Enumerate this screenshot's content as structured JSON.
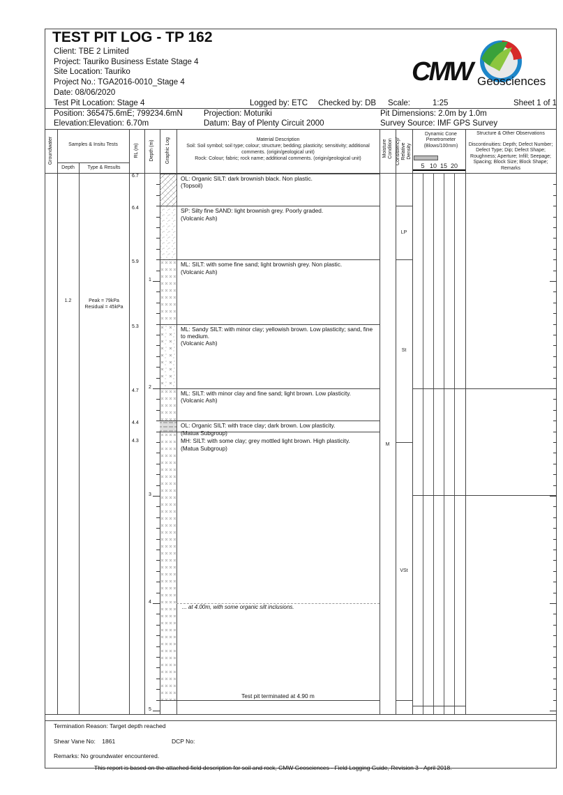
{
  "header": {
    "title": "TEST PIT LOG - TP 162",
    "client": "Client: TBE 2 Limited",
    "project": "Project: Tauriko Business Estate Stage 4",
    "site": "Site Location: Tauriko",
    "project_no": "Project No.: TGA2016-0010_Stage 4",
    "date": "Date: 08/06/2020",
    "location": "Test Pit Location: Stage 4",
    "logged_by": "Logged by: ETC",
    "checked_by": "Checked by: DB",
    "scale_label": "Scale:",
    "scale": "1:25",
    "sheet": "Sheet 1 of 1",
    "position": "Position:  365475.6mE;  799234.6mN",
    "projection": "Projection:  Moturiki",
    "pit_dims": "Pit Dimensions: 2.0m by 1.0m",
    "elevation": "Elevation:Elevation: 6.70m",
    "datum": "Datum:  Bay of Plenty Circuit 2000",
    "survey": "Survey Source:  IMF GPS Survey",
    "logo_main": "CMW",
    "logo_sub": "Geosciences"
  },
  "columns": {
    "groundwater": "Groundwater",
    "samples": "Samples & Insitu Tests",
    "depth": "Depth",
    "type": "Type & Results",
    "rl": "RL (m)",
    "depth_m": "Depth (m)",
    "graphic": "Graphic Log",
    "desc_title": "Material Description",
    "desc_soil": "Soil: Soil symbol; soil type; colour; structure; bedding; plasticity; sensitivity; additional comments. (origin/geological unit)",
    "desc_rock": "Rock: Colour; fabric; rock name; additional comments. (origin/geological unit)",
    "moisture": "Moisture Condition",
    "consistency": "Consistency/ Relative Density",
    "dcp": "Dynamic Cone Penetrometer (Blows/100mm)",
    "dcp_ticks": [
      "5",
      "10",
      "15",
      "20"
    ],
    "structure_title": "Structure & Other Observations",
    "structure_body": "Discontinuities: Depth; Defect Number; Defect Type; Dip; Defect Shape; Roughness; Aperture; Infill; Seepage; Spacing; Block Size; Block Shape; Remarks"
  },
  "depth_labels": [
    "1",
    "2",
    "3",
    "4",
    "5"
  ],
  "layers": [
    {
      "top": 0,
      "bottom": 0.3,
      "rl": "6.7",
      "pattern": "topsoil",
      "text": "OL: Organic SILT: dark brownish black. Non plastic.",
      "unit": "(Topsoil)"
    },
    {
      "top": 0.3,
      "bottom": 0.8,
      "rl": "6.4",
      "pattern": "sand",
      "text": "SP: Silty fine SAND: light brownish grey. Poorly graded.",
      "unit": "(Volcanic Ash)"
    },
    {
      "top": 0.8,
      "bottom": 1.4,
      "rl": "5.9",
      "pattern": "silt",
      "text": "ML: SILT: with some fine sand; light brownish grey. Non plastic.",
      "unit": "(Volcanic Ash)"
    },
    {
      "top": 1.4,
      "bottom": 2.0,
      "rl": "5.3",
      "pattern": "sandysilt",
      "text": "ML: Sandy SILT: with minor clay; yellowish brown. Low plasticity; sand, fine to medium.",
      "unit": "(Volcanic Ash)"
    },
    {
      "top": 2.0,
      "bottom": 2.3,
      "rl": "4.7",
      "pattern": "silt",
      "text": "ML: SILT: with minor clay and fine sand; light brown. Low plasticity.",
      "unit": "(Volcanic Ash)"
    },
    {
      "top": 2.3,
      "bottom": 2.4,
      "rl": "4.4",
      "pattern": "organic",
      "text": "OL: Organic SILT: with trace clay; dark brown. Low plasticity.",
      "unit": "(Matua Subgroup)"
    },
    {
      "top": 2.4,
      "bottom": 4.9,
      "rl": "4.3",
      "pattern": "silt",
      "text": "MH: SILT: with some clay; grey mottled light brown. High plasticity.",
      "unit": "(Matua Subgroup)"
    }
  ],
  "annotation": {
    "depth": 4.0,
    "text": "... at 4.00m, with some organic silt inclusions."
  },
  "termination_text": "Test pit terminated at 4.90 m",
  "samples": [
    {
      "depth": "1.2",
      "depth_m": 1.2,
      "result1": "Peak = 79kPa",
      "result2": "Residual = 45kPa"
    }
  ],
  "moisture": [
    {
      "value": "M",
      "depth": 2.5
    }
  ],
  "consistency": [
    {
      "value": "LP",
      "top": 0.3,
      "bottom": 0.8
    },
    {
      "value": "St",
      "top": 0.8,
      "bottom": 2.5
    },
    {
      "value": "VSt",
      "top": 2.5,
      "bottom": 4.9
    }
  ],
  "footer": {
    "termination": "Termination Reason:  Target depth reached",
    "shear_vane": "Shear Vane No:    1861",
    "dcp_no": "DCP No:",
    "remarks": "Remarks:  No groundwater encountered.",
    "note": "This report is based on the attached field description for soil and rock, CMW Geosciences - Field Logging Guide, Revision 3 - April 2018."
  }
}
